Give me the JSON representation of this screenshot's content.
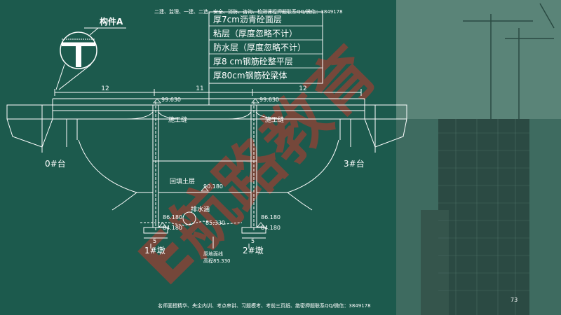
{
  "header_note": "二建、监理、一建、二造、安全、消防、咨询、检测课程押题联系QQ/微信：3849178",
  "footer_note": "名师面授精华、央企内训、考点串讲、习题模考、考前三页纸、绝密押题联系QQ/微信：3849178",
  "page_number": "73",
  "watermark": "E航路教育",
  "component_label": "构件A",
  "layers": [
    "厚7cm沥青砼面层",
    "粘层（厚度忽略不计）",
    "防水层（厚度忽略不计）",
    "厚8 cm钢筋砼整平层",
    "厚80cm钢筋砼梁体"
  ],
  "spans": [
    "12",
    "11",
    "12"
  ],
  "elevations": {
    "left_top": "99.630",
    "right_top": "99.630",
    "fill": "90.180",
    "left_mid": "86.180",
    "left_low": "84.180",
    "right_mid": "86.180",
    "right_low": "84.180",
    "culvert": "85.330"
  },
  "labels": {
    "joint_left": "施工缝",
    "joint_right": "施工缝",
    "fill_layer": "回填土层",
    "culvert": "排水涵",
    "abutment_left": "0#台",
    "abutment_right": "3#台",
    "pier_left": "1#墩",
    "pier_right": "2#墩",
    "footing_left": "5",
    "footing_right": "5",
    "ground_line": "原地面线",
    "ground_elevation": "高程85.330"
  }
}
